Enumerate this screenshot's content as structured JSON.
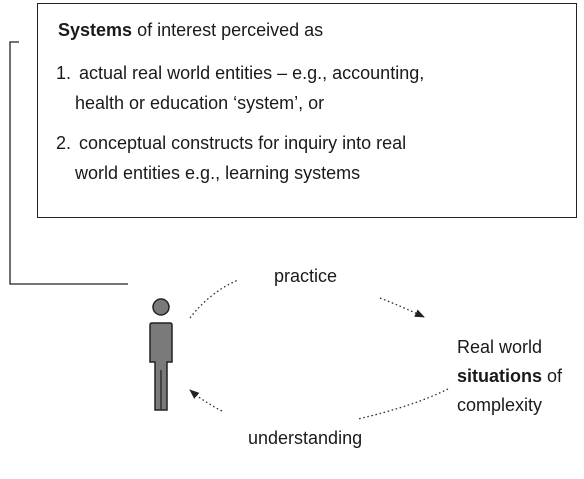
{
  "box": {
    "title_bold": "Systems",
    "title_rest": " of interest perceived as",
    "items": [
      {
        "number": "1.",
        "line1": "actual real world entities – e.g., accounting,",
        "line2": "health or education ‘system’, or"
      },
      {
        "number": "2.",
        "line1": "conceptual constructs for inquiry into real",
        "line2": "world entities e.g., learning systems"
      }
    ]
  },
  "labels": {
    "practice": "practice",
    "understanding": "understanding",
    "situations_line1": "Real world",
    "situations_bold": "situations",
    "situations_of": " of",
    "situations_line3": "complexity"
  },
  "icons": {
    "person": "person-icon"
  },
  "colors": {
    "line": "#222222",
    "person_fill": "#7a7a7a"
  }
}
